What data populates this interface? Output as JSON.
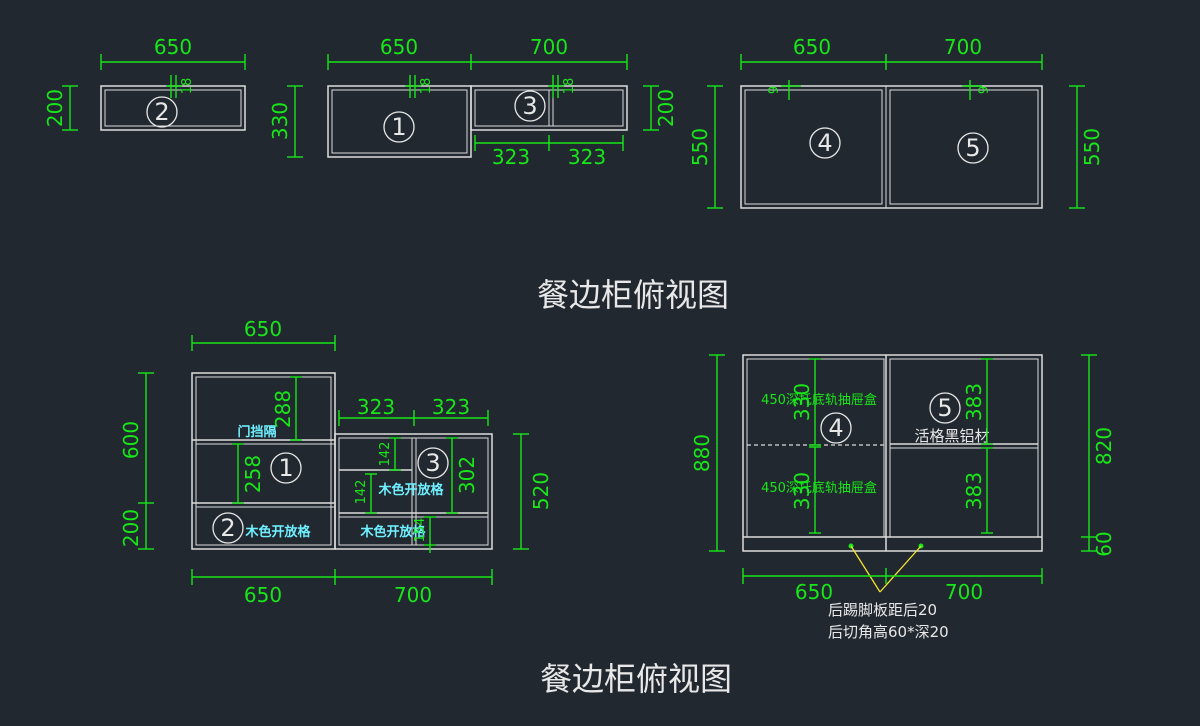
{
  "titles": {
    "top": "餐边柜俯视图",
    "bottom": "餐边柜俯视图"
  },
  "top_view": {
    "dims": {
      "w650_a": "650",
      "w650_b": "650",
      "w700_b": "700",
      "w650_c": "650",
      "w700_c": "700",
      "h200_a": "200",
      "h330": "330",
      "h200_b": "200",
      "h550_l": "550",
      "h550_r": "550",
      "t18_a": "18",
      "t18_b": "18",
      "t18_c": "18",
      "t9_a": "9",
      "t9_b": "9",
      "w323_a": "323",
      "w323_b": "323"
    },
    "labels": {
      "c1": "1",
      "c2": "2",
      "c3": "3",
      "c4": "4",
      "c5": "5"
    }
  },
  "front_left": {
    "dims": {
      "w650_top": "650",
      "w650_bot": "650",
      "w700_bot": "700",
      "w323_a": "323",
      "w323_b": "323",
      "h600": "600",
      "h200": "200",
      "h520": "520",
      "v288": "288",
      "v258": "258",
      "v142_a": "142",
      "v142_b": "142",
      "v302": "302",
      "v154": "154"
    },
    "notes": {
      "door_divider": "门挡隔",
      "open_a": "木色开放格",
      "open_b": "木色开放格",
      "open_c": "木色开放格"
    },
    "labels": {
      "c1": "1",
      "c2": "2",
      "c3": "3"
    }
  },
  "front_right": {
    "dims": {
      "w650": "650",
      "w700": "700",
      "h880": "880",
      "h820": "820",
      "h60": "60",
      "v383_a": "383",
      "v383_b": "383",
      "v330_a": "330",
      "v330_b": "330"
    },
    "notes": {
      "drawer_top": "450深托底轨抽屉盒",
      "drawer_bot": "450深托底轨抽屉盒",
      "aluminum": "活格黑铝材",
      "kick1": "后踢脚板距后20",
      "kick2": "后切角高60*深20"
    },
    "labels": {
      "c4": "4",
      "c5": "5"
    }
  },
  "colors": {
    "background": "#212830",
    "line": "#dcdcdc",
    "dimension": "#19e619",
    "note": "#6ff0ff",
    "leader": "#f2e230"
  }
}
